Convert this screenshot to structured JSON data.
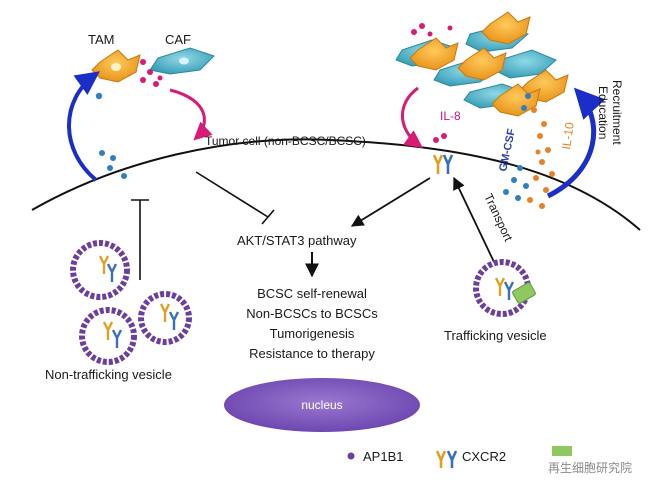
{
  "cells": {
    "tam": "TAM",
    "caf": "CAF"
  },
  "membrane_label": "Tumor cell (non-BCSC/BCSC)",
  "cytokines": {
    "il8": "IL-8",
    "gmcsf": "GM-CSF",
    "il10": "IL-10"
  },
  "side_labels": {
    "recruitment": "Recruitment",
    "education": "Education",
    "transport": "Transport"
  },
  "pathway": "AKT/STAT3 pathway",
  "outcomes": [
    "BCSC self-renewal",
    "Non-BCSCs to BCSCs",
    "Tumorigenesis",
    "Resistance to therapy"
  ],
  "vesicles": {
    "non_trafficking": "Non-trafficking vesicle",
    "trafficking": "Trafficking vesicle"
  },
  "nucleus": "nucleus",
  "legend": {
    "ap1b1": "AP1B1",
    "cxcr2": "CXCR2",
    "watermark": "再生细胞研究院"
  },
  "colors": {
    "tam": "#f5a623",
    "caf": "#4fb6c9",
    "blue_dot": "#2f7fc1",
    "pink_dot": "#d81b75",
    "orange_dot": "#e8822a",
    "il8": "#c2188f",
    "gmcsf": "#2a3fb0",
    "il10": "#e8822a",
    "nucleus": "#7b55b8",
    "ap1b1": "#6a3fa0",
    "cxcr2_a": "#e0a020",
    "cxcr2_b": "#3a6fc0",
    "cargo": "#8fc860",
    "blue_arrow": "#1a2ec8",
    "pink_arrow": "#d81b75"
  }
}
